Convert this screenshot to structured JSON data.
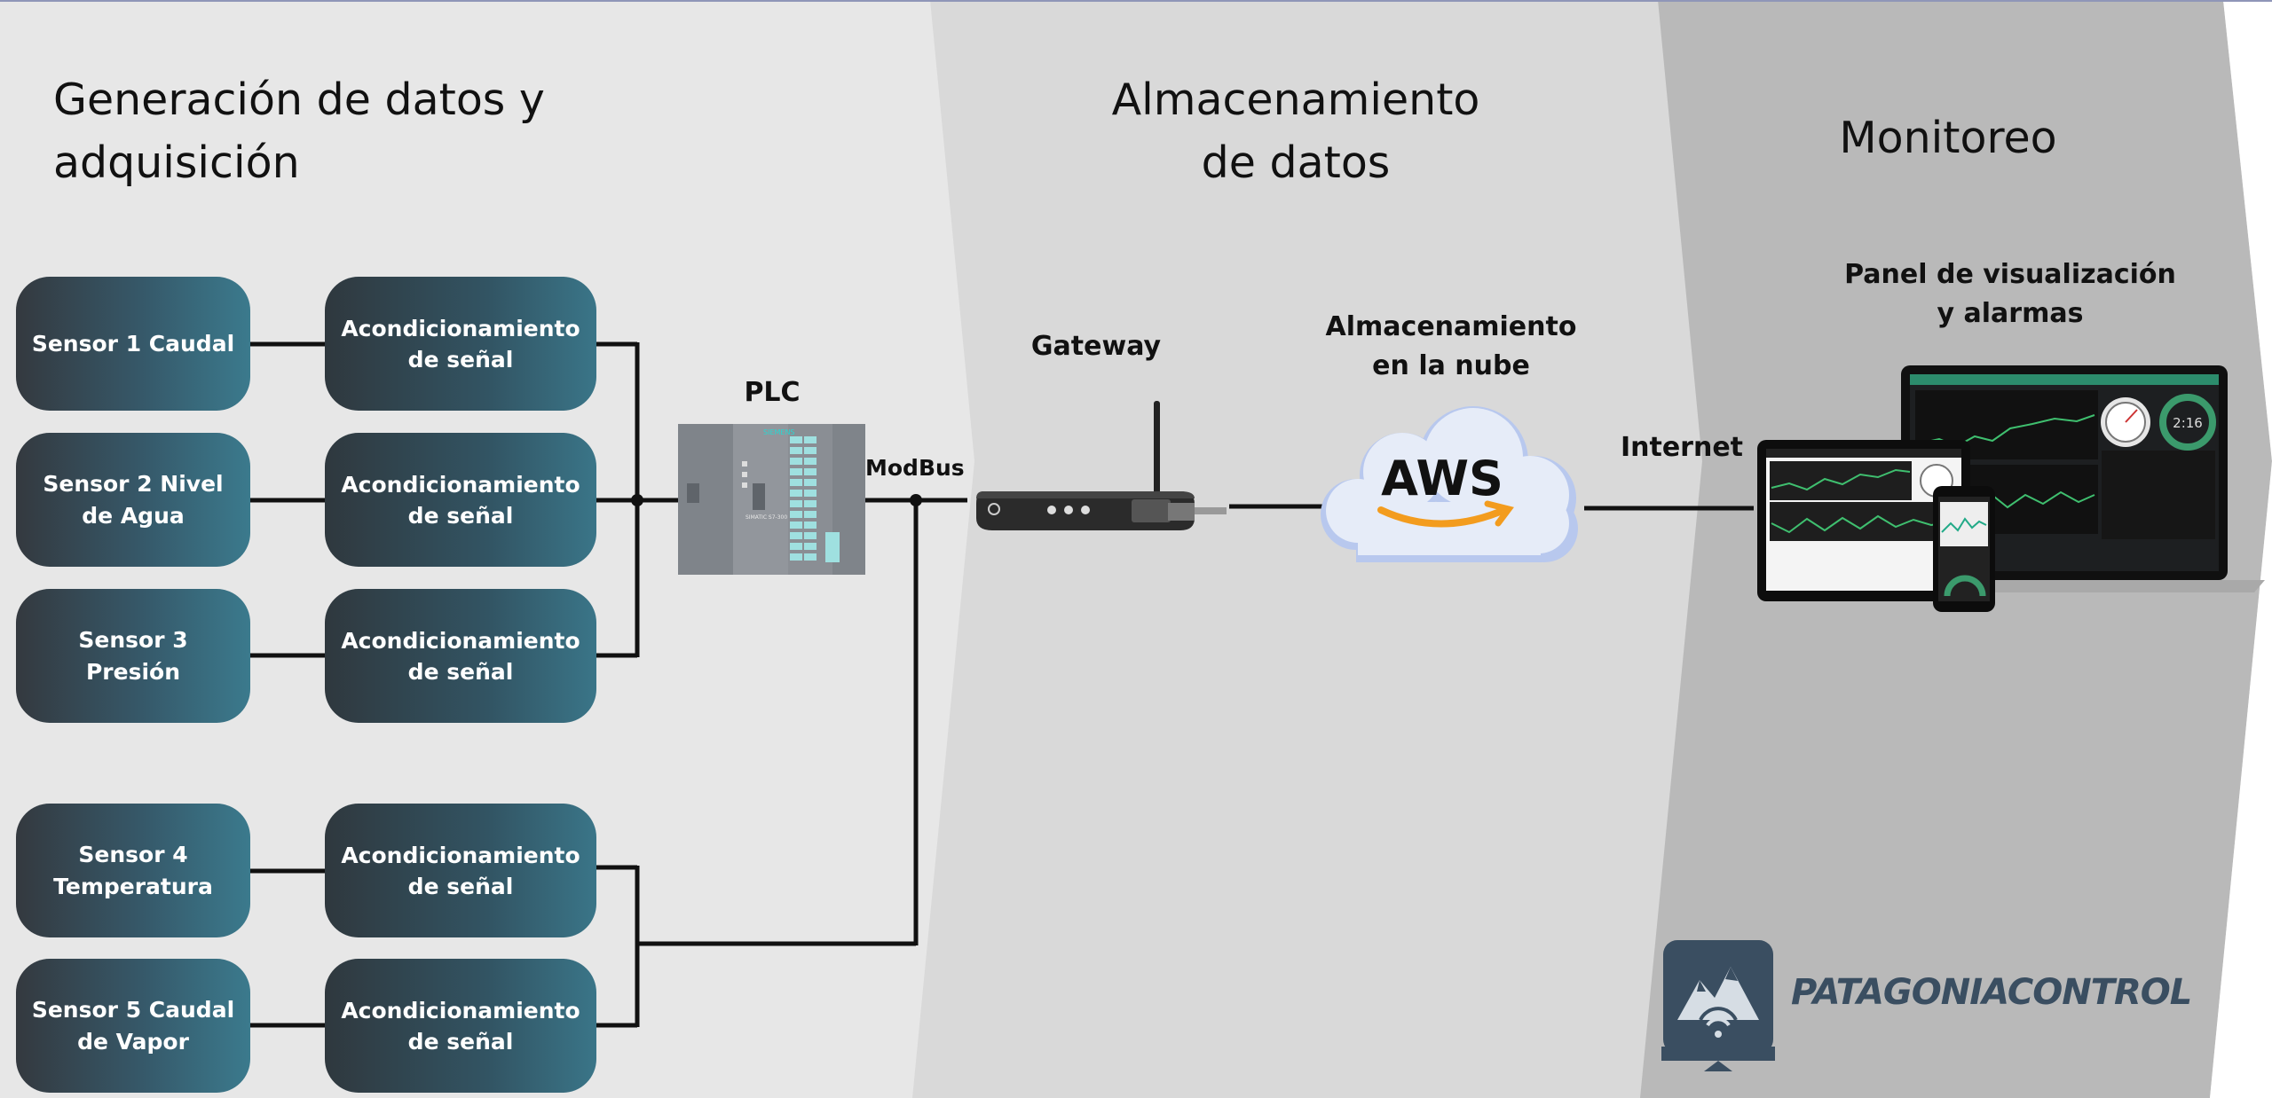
{
  "sections": {
    "generation": "Generación de datos y adquisición",
    "storage_line1": "Almacenamiento",
    "storage_line2": "de datos",
    "monitoring": "Monitoreo"
  },
  "sensors": [
    {
      "label": "Sensor 1 Caudal"
    },
    {
      "label": "Sensor 2 Nivel de Agua"
    },
    {
      "label": "Sensor 3 Presión"
    },
    {
      "label": "Sensor 4 Temperatura"
    },
    {
      "label": "Sensor 5 Caudal de Vapor"
    }
  ],
  "conditioning": [
    {
      "label": "Acondicionamiento de señal"
    },
    {
      "label": "Acondicionamiento de señal"
    },
    {
      "label": "Acondicionamiento de señal"
    },
    {
      "label": "Acondicionamiento de señal"
    },
    {
      "label": "Acondicionamiento de señal"
    }
  ],
  "labels": {
    "plc": "PLC",
    "modbus": "ModBus",
    "gateway": "Gateway",
    "cloud_line1": "Almacenamiento",
    "cloud_line2": "en la nube",
    "aws": "AWS",
    "internet": "Internet",
    "panel_line1": "Panel de visualización",
    "panel_line2": "y alarmas",
    "plc_brand": "SIEMENS",
    "plc_model": "SIMATIC S7-300",
    "dash_reading": "2:16"
  },
  "logo": {
    "text": "PATAGONIACONTROL",
    "color": "#3a4e61"
  },
  "colors": {
    "node_dark": "#34393f",
    "node_teal": "#3b7a8d",
    "aws_orange": "#f39c1e",
    "cloud_blue": "#c9d9f3"
  }
}
